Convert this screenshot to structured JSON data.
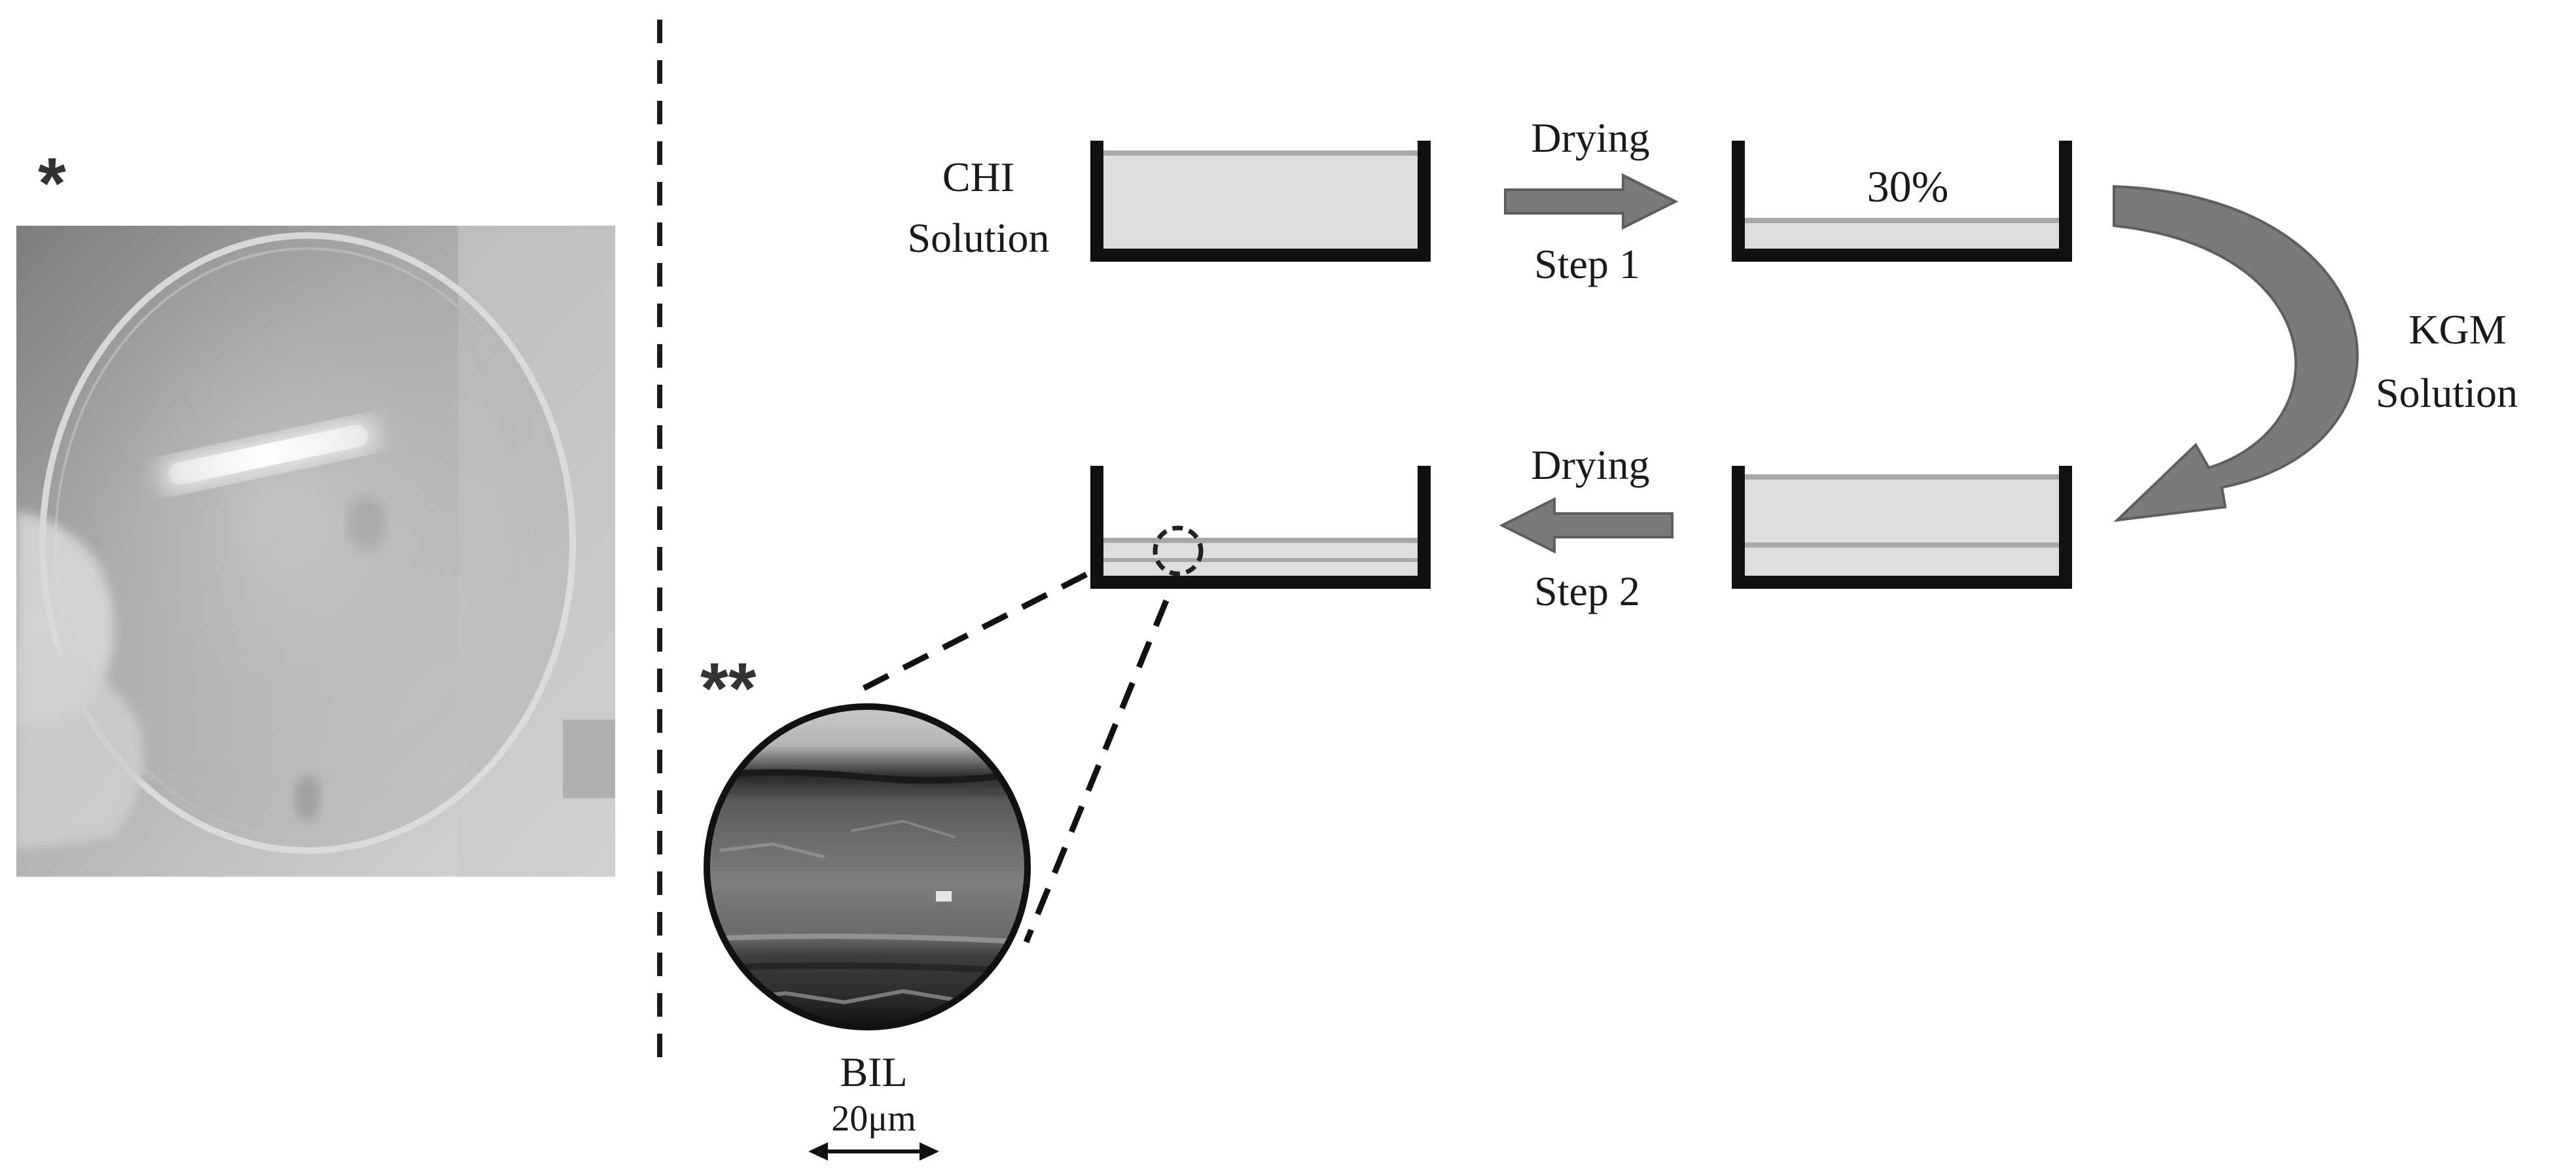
{
  "photo": {
    "marker": "*"
  },
  "labels": {
    "chi_solution_line1": "CHI",
    "chi_solution_line2": "Solution",
    "drying_1": "Drying",
    "step_1": "Step 1",
    "percent": "30%",
    "kgm_solution_line1": "KGM",
    "kgm_solution_line2": "Solution",
    "drying_2": "Drying",
    "step_2": "Step 2"
  },
  "sem": {
    "marker": "**",
    "interface_label": "BIL",
    "scale_label": "20μm"
  },
  "colors": {
    "container": "#111111",
    "liquid": "#dedede",
    "liquid_line": "#a8a8a8",
    "arrow": "#7a7a7a",
    "arrow_edge": "#5e5e5e",
    "divider": "#1a1a1a"
  }
}
